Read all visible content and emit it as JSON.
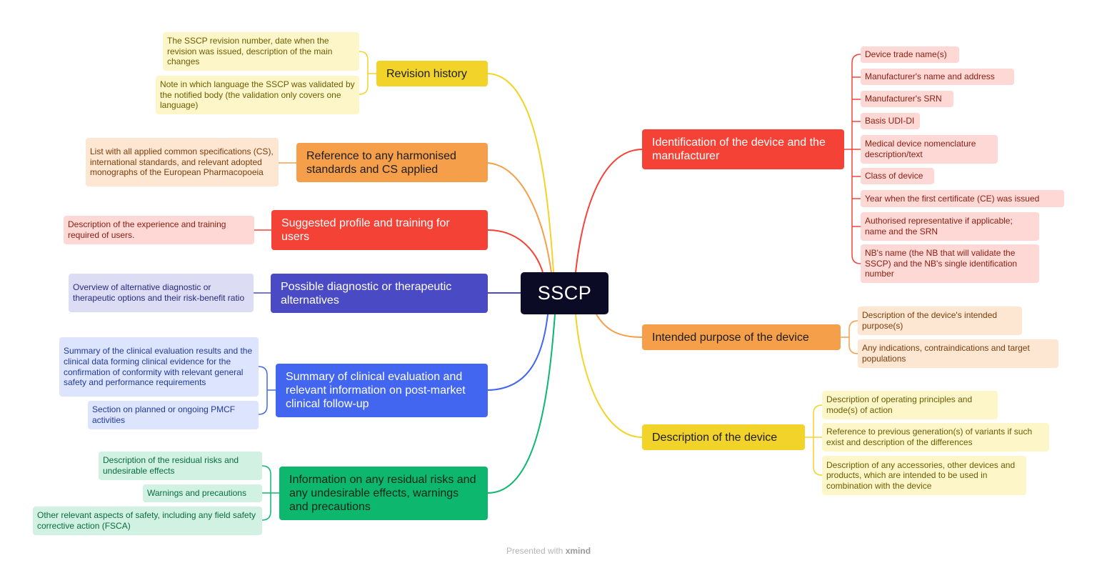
{
  "root": {
    "label": "SSCP"
  },
  "branches": [
    {
      "id": "revision",
      "label": "Revision history",
      "color": "#f2d32a",
      "leaves": [
        "The SSCP revision number, date when the revision was issued, description of the main changes",
        "Note in which language the SSCP was validated by the notified body (the validation only covers one language)"
      ]
    },
    {
      "id": "standards",
      "label": "Reference to any harmonised standards and CS applied",
      "color": "#f59f4a",
      "leaves": [
        "List with all applied common specifications (CS), international standards, and relevant adopted monographs of the European Pharmacopoeia"
      ]
    },
    {
      "id": "profile",
      "label": "Suggested profile and training for users",
      "color": "#f44336",
      "leaves": [
        "Description of the experience and training required of users."
      ]
    },
    {
      "id": "alternatives",
      "label": "Possible diagnostic or therapeutic alternatives",
      "color": "#4a4bc4",
      "leaves": [
        "Overview of alternative diagnostic or therapeutic options and their risk-benefit ratio"
      ]
    },
    {
      "id": "clinical",
      "label": "Summary of clinical evaluation and relevant information on post-market clinical follow-up",
      "color": "#4266f0",
      "leaves": [
        "Summary of the clinical evaluation results and the clinical data forming clinical evidence for the confirmation of conformity with relevant general safety and performance requirements",
        "Section on planned or ongoing PMCF activities"
      ]
    },
    {
      "id": "risks",
      "label": "Information on any residual risks and any undesirable effects, warnings and precautions",
      "color": "#0db86e",
      "leaves": [
        "Description of the residual risks and undesirable effects",
        "Warnings and precautions",
        "Other relevant aspects of safety, including any field safety corrective action (FSCA)"
      ]
    },
    {
      "id": "identification",
      "label": "Identification of the device and the manufacturer",
      "color": "#f44336",
      "leaves": [
        "Device trade name(s)",
        "Manufacturer's name and address",
        "Manufacturer's SRN",
        "Basis UDI-DI",
        "Medical device nomenclature description/text",
        "Class of device",
        "Year when the first certificate (CE) was issued",
        "Authorised representative if applicable; name and the SRN",
        "NB's name (the NB that will validate the SSCP) and the NB's single identification number"
      ]
    },
    {
      "id": "purpose",
      "label": "Intended purpose of the device",
      "color": "#f59f4a",
      "leaves": [
        "Description of the device's intended purpose(s)",
        "Any indications, contraindications and target populations"
      ]
    },
    {
      "id": "description",
      "label": "Description of the device",
      "color": "#f2d32a",
      "leaves": [
        "Description of operating principles and mode(s) of action",
        "Reference to previous generation(s) of variants if such exist and description of the differences",
        "Description of any accessories, other devices and products, which are intended to be used in combination with the device"
      ]
    }
  ],
  "footer": {
    "prefix": "Presented with",
    "brand": "xmind"
  }
}
